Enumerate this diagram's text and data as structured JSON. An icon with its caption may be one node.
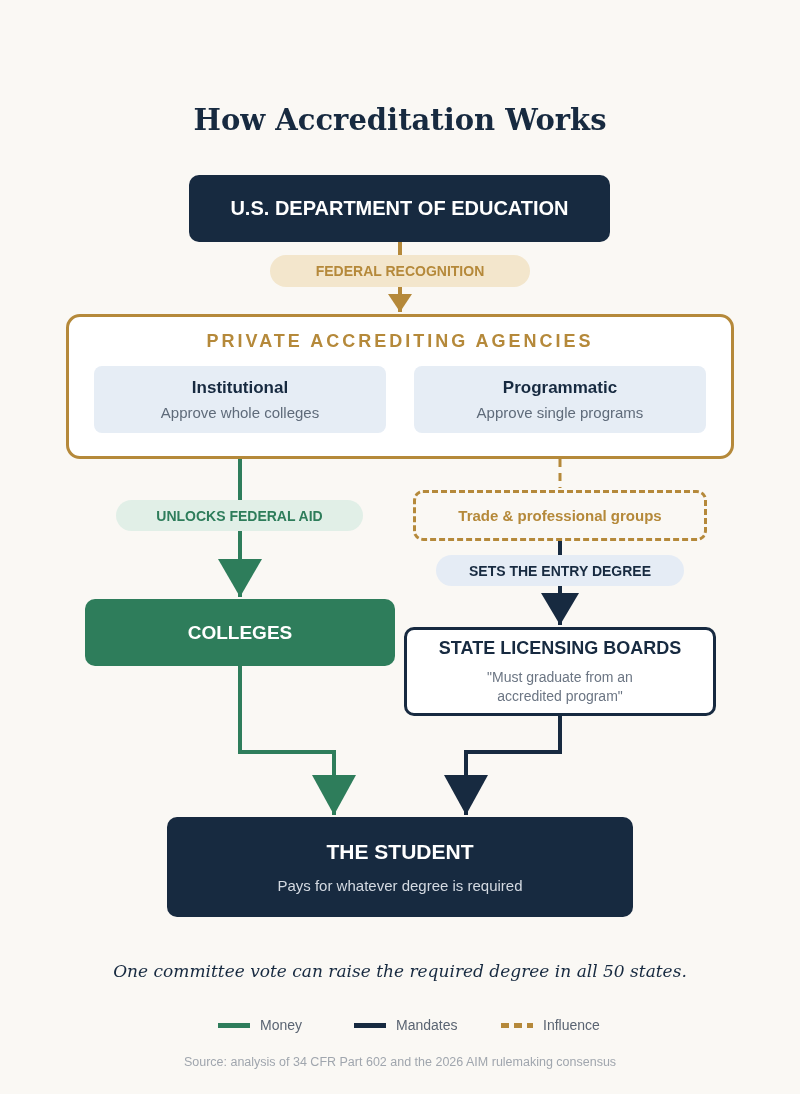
{
  "diagram": {
    "title": "How Accreditation Works",
    "caption": "One committee vote can raise the required degree in all 50 states.",
    "nodes": [
      {
        "text": [
          "U.S. DEPARTMENT OF EDUCATION"
        ]
      },
      {
        "text": [
          "PRIVATE ACCREDITING AGENCIES"
        ]
      },
      {
        "text": [
          "Institutional",
          "Approve whole colleges"
        ],
        "in": 1
      },
      {
        "text": [
          "Programmatic",
          "Approve single programs"
        ],
        "in": 1
      },
      {
        "text": [
          "Trade & professional groups"
        ]
      },
      {
        "text": [
          "COLLEGES"
        ]
      },
      {
        "text": [
          "STATE LICENSING BOARDS",
          "\"Must graduate from an accredited program\""
        ]
      },
      {
        "text": [
          "THE STUDENT",
          "Pays for whatever degree is required"
        ]
      }
    ],
    "edges": [
      {
        "from": 0,
        "to": 1,
        "arrow": "to",
        "label": "FEDERAL RECOGNITION",
        "color": "#b5893a"
      },
      {
        "from": 1,
        "to": 5,
        "arrow": "to",
        "label": "UNLOCKS FEDERAL AID",
        "color": "#2e7d5b"
      },
      {
        "from": 1,
        "to": 4,
        "arrow": "none",
        "style": "dashed",
        "color": "#b5893a"
      },
      {
        "from": 4,
        "to": 6,
        "arrow": "to",
        "label": "SETS THE ENTRY DEGREE",
        "color": "#172a40"
      },
      {
        "from": 5,
        "to": 7,
        "arrow": "to",
        "color": "#2e7d5b"
      },
      {
        "from": 6,
        "to": 7,
        "arrow": "to",
        "color": "#172a40"
      }
    ],
    "labels": [
      "Source: analysis of 34 CFR Part 602 and the 2026 AIM rulemaking consensus"
    ],
    "legend": [
      {
        "text": "Money"
      },
      {
        "text": "Mandates"
      },
      {
        "text": "Influence"
      }
    ]
  }
}
